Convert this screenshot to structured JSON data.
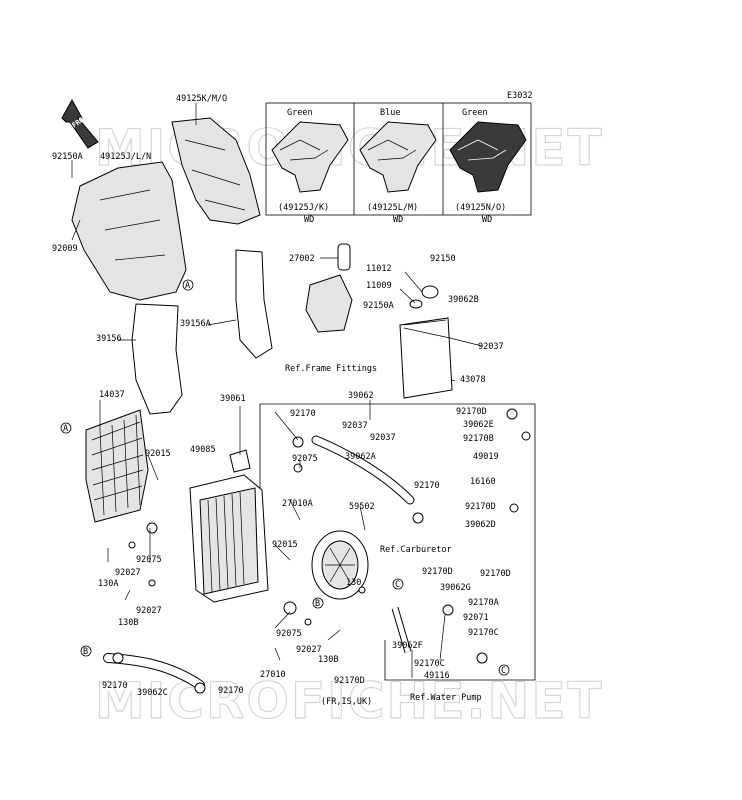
{
  "diagram_code": "E3032",
  "watermark": "MICROFICHE.NET",
  "front_label": "FRONT",
  "variant_boxes": [
    {
      "color": "Green",
      "code": "(49125J/K)",
      "market": "WD"
    },
    {
      "color": "Blue",
      "code": "(49125L/M)",
      "market": "WD"
    },
    {
      "color": "Green",
      "code": "(49125N/O)",
      "market": "WD"
    }
  ],
  "references": {
    "frame_fittings": "Ref.Frame Fittings",
    "carburetor": "Ref.Carburetor",
    "water_pump": "Ref.Water Pump",
    "region_note": "(FR,IS,UK)"
  },
  "markers": {
    "a": "A",
    "b": "B",
    "c": "C"
  },
  "part_labels": [
    "49125K/M/O",
    "92150A",
    "49125J/L/N",
    "92009",
    "27002",
    "11012",
    "92150",
    "11009",
    "39062B",
    "39156A",
    "92150A",
    "92037",
    "39156",
    "43078",
    "14037",
    "39061",
    "39062",
    "92170",
    "92037",
    "92037",
    "92170D",
    "39062E",
    "92170B",
    "49085",
    "92015",
    "92075",
    "39062A",
    "49019",
    "27010A",
    "92170",
    "16160",
    "59502",
    "92170D",
    "39062D",
    "92015",
    "92075",
    "92027",
    "130A",
    "92170D",
    "92170D",
    "39062G",
    "130",
    "130B",
    "92027",
    "92170A",
    "92075",
    "92071",
    "92027",
    "39062F",
    "92170C",
    "130B",
    "92170C",
    "27010",
    "49116",
    "92170",
    "39062C",
    "92170",
    "92170D"
  ]
}
